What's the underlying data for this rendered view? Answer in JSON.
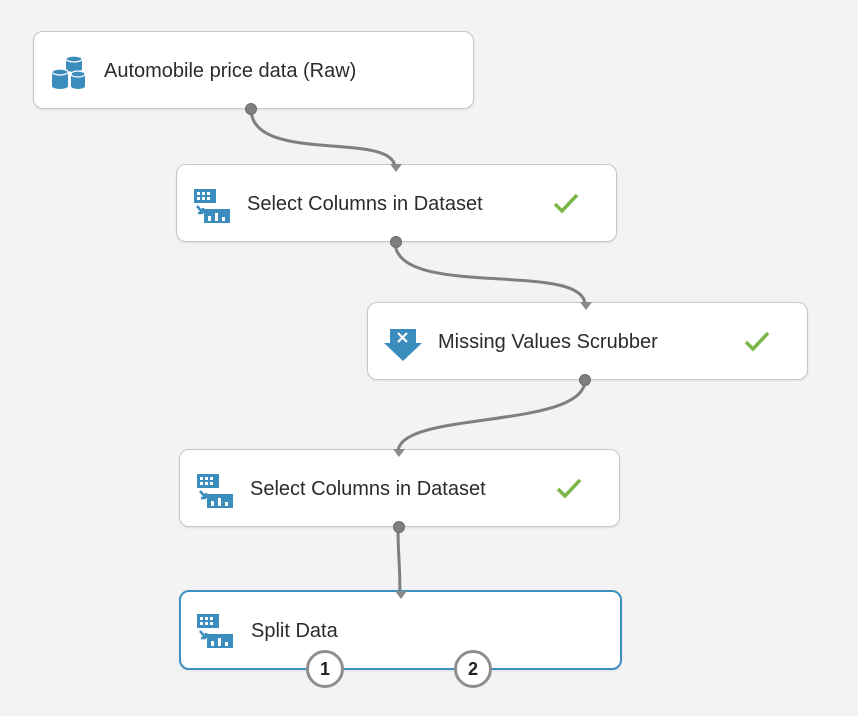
{
  "colors": {
    "canvas": "#f3f3f3",
    "edge": "#7f7f7f",
    "icon_blue": "#3a8dbd",
    "check_green": "#7ab648",
    "selected_border": "#3c8fc1"
  },
  "nodes": [
    {
      "label": "Automobile price data (Raw)",
      "icon": "dataset-icon",
      "status": "none"
    },
    {
      "label": "Select Columns in Dataset",
      "icon": "select-columns-icon",
      "status": "success-check"
    },
    {
      "label": "Missing Values Scrubber",
      "icon": "missing-values-scrubber-icon",
      "status": "success-check"
    },
    {
      "label": "Select Columns in Dataset",
      "icon": "select-columns-icon",
      "status": "success-check"
    },
    {
      "label": "Split Data",
      "icon": "split-data-icon",
      "status": "selected",
      "outputs": [
        "1",
        "2"
      ]
    }
  ]
}
